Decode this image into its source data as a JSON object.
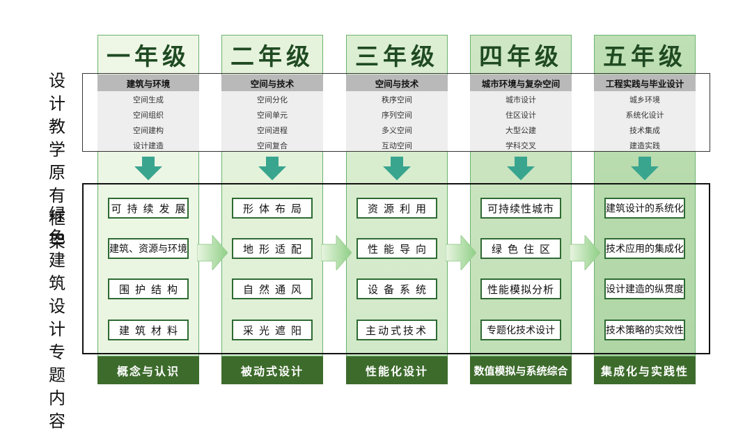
{
  "side_labels": {
    "top": [
      "设计",
      "教学",
      "原有",
      "框架"
    ],
    "bottom": [
      "绿色",
      "建筑",
      "设计",
      "专题",
      "内容"
    ]
  },
  "colors": {
    "header_bg": [
      "#eef7e6",
      "#e6f3dc",
      "#dcefd2",
      "#cfe7c4",
      "#bfdfb4"
    ],
    "body_bg": [
      "#e9f5e1",
      "#dff0d6",
      "#d2e9c9",
      "#c2e0b8",
      "#b0d6a6"
    ],
    "arrow": "#3aa58f",
    "foot_bg": "#3d6b2c",
    "topic_border": "#2d6a32"
  },
  "years": [
    {
      "title": "一年级",
      "framework_title": "建筑与环境",
      "framework_items": [
        "空间生成",
        "空间组织",
        "空间建构",
        "设计建造"
      ],
      "topics": [
        "可持续发展",
        "建筑、资源与环境",
        "围护结构",
        "建筑材料"
      ],
      "footer": "概念与认识"
    },
    {
      "title": "二年级",
      "framework_title": "空间与技术",
      "framework_items": [
        "空间分化",
        "空间单元",
        "空间进程",
        "空间复合"
      ],
      "topics": [
        "形体布局",
        "地形适配",
        "自然通风",
        "采光遮阳"
      ],
      "footer": "被动式设计"
    },
    {
      "title": "三年级",
      "framework_title": "空间与技术",
      "framework_items": [
        "秩序空间",
        "序列空间",
        "多义空间",
        "互动空间"
      ],
      "topics": [
        "资源利用",
        "性能导向",
        "设备系统",
        "主动式技术"
      ],
      "footer": "性能化设计"
    },
    {
      "title": "四年级",
      "framework_title": "城市环境与复杂空间",
      "framework_items": [
        "城市设计",
        "住区设计",
        "大型公建",
        "学科交叉"
      ],
      "topics": [
        "可持续性城市",
        "绿色住区",
        "性能模拟分析",
        "专题化技术设计"
      ],
      "footer": "数值模拟与系统综合"
    },
    {
      "title": "五年级",
      "framework_title": "工程实践与毕业设计",
      "framework_items": [
        "城乡环境",
        "系统化设计",
        "技术集成",
        "建造实践"
      ],
      "topics": [
        "建筑设计的系统化",
        "技术应用的集成化",
        "设计建造的纵贯度",
        "技术策略的实效性"
      ],
      "footer": "集成化与实践性"
    }
  ]
}
